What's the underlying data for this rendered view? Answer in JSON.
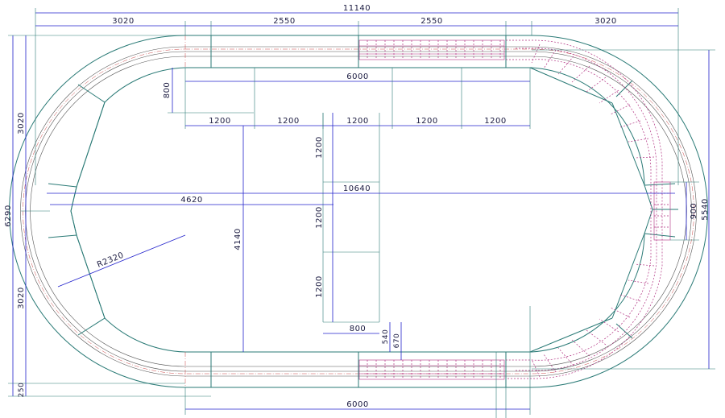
{
  "drawing": {
    "labels": {
      "overall_width": "11140",
      "left_curve_width_top": "3020",
      "top_straight_left": "2550",
      "top_straight_right": "2550",
      "right_curve_width_top": "3020",
      "inner_straight_top": "6000",
      "inner_offset": "800",
      "bay_1": "1200",
      "bay_2": "1200",
      "bay_3": "1200",
      "bay_4": "1200",
      "bay_5": "1200",
      "vert_bay_1": "1200",
      "vert_bay_2": "1200",
      "vert_bay_3": "1200",
      "center_span": "10640",
      "left_to_center": "4620",
      "inner_height": "4140",
      "radius": "R2320",
      "overall_height": "6290",
      "left_upper_height": "3020",
      "left_lower_height": "3020",
      "left_bottom_offset": "250",
      "bottom_inner_width": "800",
      "bottom_offset_a": "540",
      "bottom_offset_b": "670",
      "right_gap": "900",
      "right_height": "5540",
      "inner_straight_bottom": "6000"
    }
  }
}
